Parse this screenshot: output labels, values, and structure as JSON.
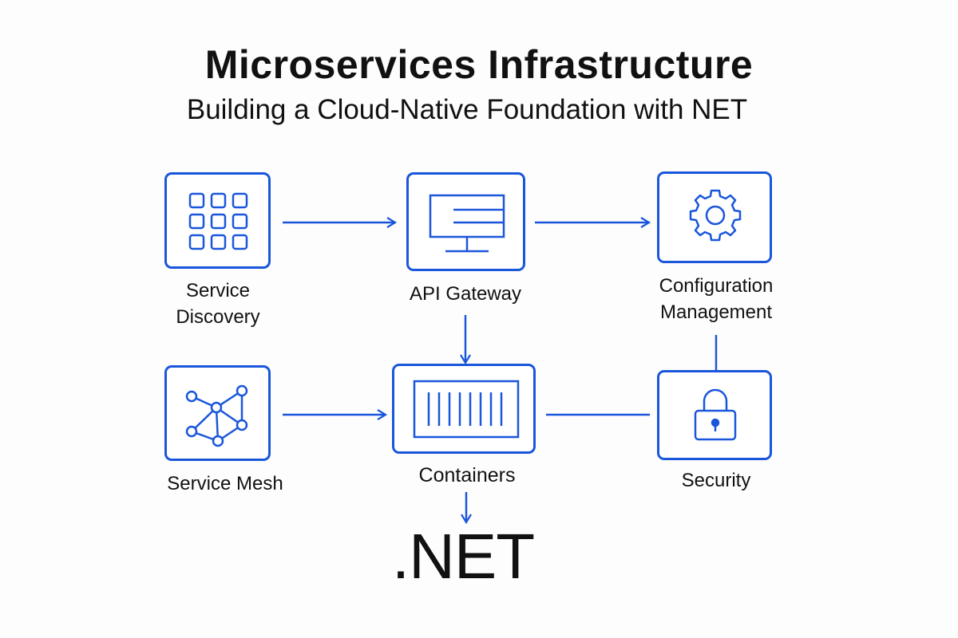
{
  "title": "Microservices Infrastructure",
  "subtitle": "Building a Cloud-Native Foundation with NET",
  "accent_color": "#1a56db",
  "nodes": {
    "service_discovery": {
      "label": "Service\nDiscovery",
      "icon": "grid-icon"
    },
    "api_gateway": {
      "label": "API Gateway",
      "icon": "monitor-icon"
    },
    "configuration_management": {
      "label": "Configuration\nManagement",
      "icon": "gear-icon"
    },
    "service_mesh": {
      "label": "Service Mesh",
      "icon": "network-icon"
    },
    "containers": {
      "label": "Containers",
      "icon": "container-icon"
    },
    "security": {
      "label": "Security",
      "icon": "lock-icon"
    }
  },
  "footer": {
    "platform": ".NET"
  }
}
